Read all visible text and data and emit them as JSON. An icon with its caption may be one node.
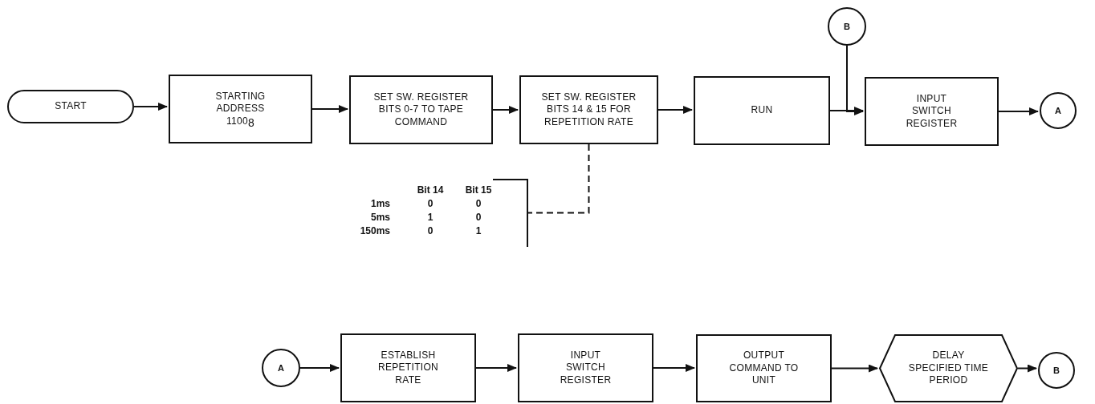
{
  "diagram": {
    "nodes": [
      {
        "text": [
          "START"
        ]
      },
      {
        "text": [
          "STARTING ADDRESS 1100$_{8}$"
        ]
      },
      {
        "text": [
          "SET SW. REGISTER BITS 0-7 TO TAPE COMMAND"
        ]
      },
      {
        "text": [
          "SET SW. REGISTER BITS 14 & 15 FOR REPETITION RATE"
        ]
      },
      {
        "text": [
          "RUN"
        ]
      },
      {
        "text": [
          "B"
        ]
      },
      {
        "text": [
          "INPUT SWITCH REGISTER"
        ]
      },
      {
        "text": [
          "A"
        ]
      },
      {
        "text": [],
        "shape": "bracket"
      },
      {
        "text": [
          "A"
        ]
      },
      {
        "text": [
          "ESTABLISH REPETITION RATE"
        ]
      },
      {
        "text": [
          "INPUT SWITCH REGISTER"
        ]
      },
      {
        "text": [
          "OUTPUT COMMAND TO UNIT"
        ]
      },
      {
        "text": [
          "DELAY SPECIFIED TIME PERIOD"
        ]
      },
      {
        "text": [
          "B"
        ]
      }
    ],
    "edges": [
      {
        "from": 0,
        "to": 1,
        "arrow": "to"
      },
      {
        "from": 1,
        "to": 2,
        "arrow": "to"
      },
      {
        "from": 2,
        "to": 3,
        "arrow": "to"
      },
      {
        "from": 3,
        "to": 4,
        "arrow": "to"
      },
      {
        "from": 4,
        "to": 6,
        "arrow": "to"
      },
      {
        "from": 5,
        "to": 6,
        "arrow": "to"
      },
      {
        "from": 6,
        "to": 7,
        "arrow": "to"
      },
      {
        "from": 3,
        "to": 8,
        "arrow": "none",
        "style": "dashed"
      },
      {
        "from": 9,
        "to": 10,
        "arrow": "to"
      },
      {
        "from": 10,
        "to": 11,
        "arrow": "to"
      },
      {
        "from": 11,
        "to": 12,
        "arrow": "to"
      },
      {
        "from": 12,
        "to": 13,
        "arrow": "to"
      },
      {
        "from": 13,
        "to": 14,
        "arrow": "to"
      }
    ],
    "labels": [
      "Bit 14",
      "Bit 15",
      "1ms",
      "0",
      "0",
      "5ms",
      "1",
      "0",
      "150ms",
      "0",
      "1"
    ]
  }
}
